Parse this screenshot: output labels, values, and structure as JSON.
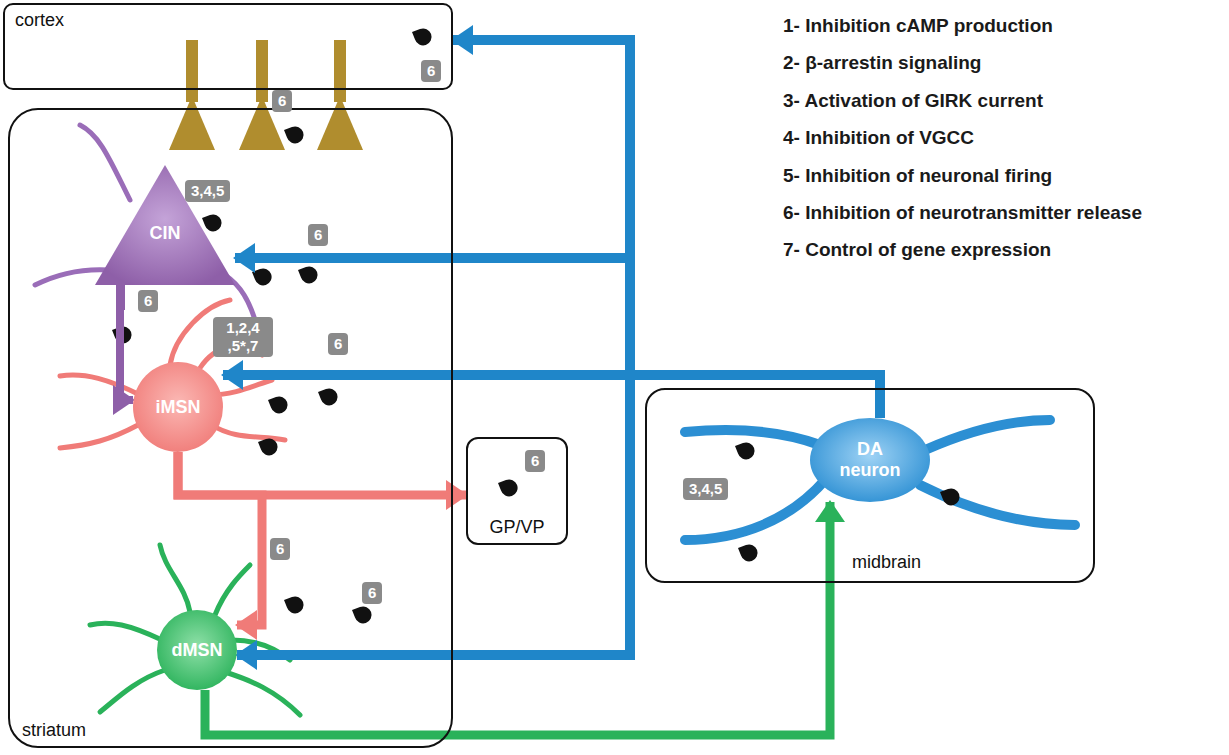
{
  "diagram": {
    "nodes": [
      {
        "text": [
          "cortex"
        ]
      },
      {
        "text": [
          "striatum"
        ]
      },
      {
        "text": [
          "CIN"
        ],
        "in": 1
      },
      {
        "text": [
          "iMSN"
        ],
        "in": 1
      },
      {
        "text": [
          "dMSN"
        ],
        "in": 1
      },
      {
        "text": [
          "GP/VP"
        ]
      },
      {
        "text": [
          "midbrain"
        ]
      },
      {
        "text": [
          "DA neuron"
        ],
        "in": 6
      }
    ],
    "edges": [
      {
        "from": 4,
        "to": 7,
        "arrow": "to"
      },
      {
        "from": 3,
        "to": 5,
        "arrow": "to"
      },
      {
        "from": 3,
        "to": 4,
        "arrow": "to"
      },
      {
        "from": 7,
        "to": 0,
        "arrow": "to"
      },
      {
        "from": 7,
        "to": 2,
        "arrow": "to"
      },
      {
        "from": 7,
        "to": 3,
        "arrow": "to"
      },
      {
        "from": 7,
        "to": 4,
        "arrow": "to"
      },
      {
        "from": 2,
        "to": 3,
        "arrow": "to"
      }
    ],
    "labels": [
      "6",
      "6",
      "3,4,5",
      "6",
      "6",
      "1,2,4 ,5*,7",
      "6",
      "6",
      "6",
      "6",
      "3,4,5",
      "1- Inhibition cAMP production",
      "2- β-arrestin signaling",
      "3- Activation of GIRK current",
      "4- Inhibition of VGCC",
      "5- Inhibition of neuronal firing",
      "6- Inhibition of neurotransmitter release",
      "7- Control of gene expression"
    ]
  }
}
